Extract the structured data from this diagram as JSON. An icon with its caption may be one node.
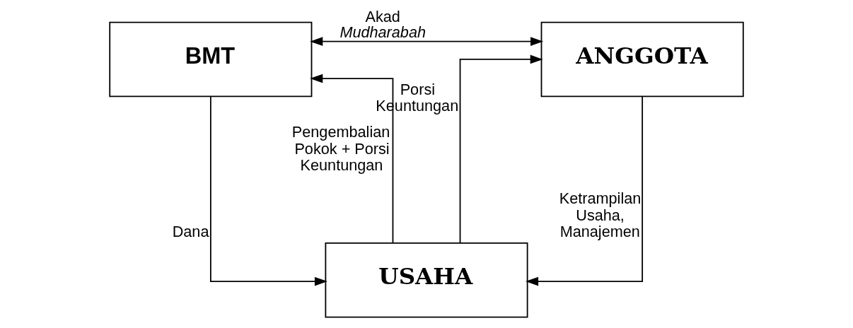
{
  "diagram": {
    "nodes": [
      {
        "text": [
          "BMT"
        ]
      },
      {
        "text": [
          "ANGGOTA"
        ]
      },
      {
        "text": [
          "USAHA"
        ]
      }
    ],
    "edges": [
      {
        "from": 0,
        "to": 1,
        "arrow": "both",
        "label": "Akad *Mudharabah*"
      },
      {
        "from": 0,
        "to": 2,
        "arrow": "to",
        "label": "Dana"
      },
      {
        "from": 2,
        "to": 0,
        "arrow": "to",
        "label": "Pengembalian Pokok + Porsi Keuntungan"
      },
      {
        "from": 1,
        "to": 2,
        "arrow": "to",
        "label": "Ketrampilan Usaha, Manajemen"
      },
      {
        "from": 2,
        "to": 1,
        "arrow": "to",
        "label": "Porsi Keuntungan"
      }
    ]
  }
}
